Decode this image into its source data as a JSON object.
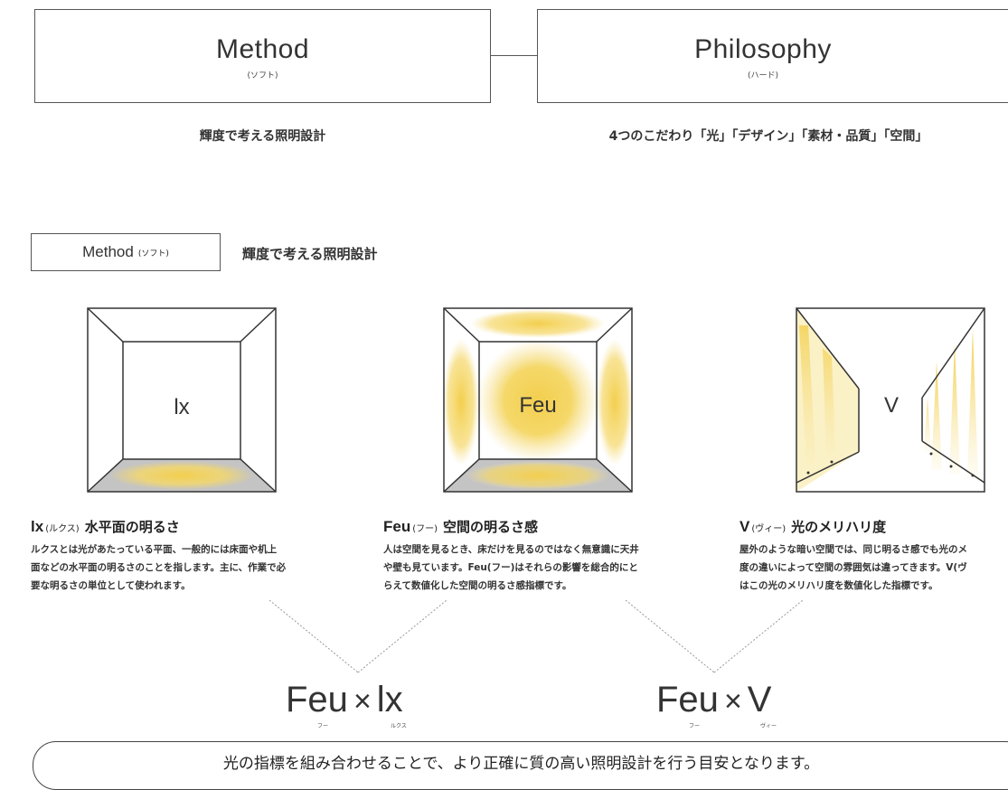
{
  "header": {
    "method_box": {
      "title": "Method",
      "sub": "(ソフト)",
      "caption": "輝度で考える照明設計"
    },
    "philosophy_box": {
      "title": "Philosophy",
      "sub": "(ハード)",
      "caption": "4つのこだわり「光」「デザイン」「素材・品質」「空間」"
    }
  },
  "section_tag": {
    "title": "Method",
    "sub": "(ソフト)",
    "caption": "輝度で考える照明設計"
  },
  "diagrams": [
    {
      "label": "lx",
      "heading_en": "lx",
      "heading_ruby": "(ルクス)",
      "heading_jp": "水平面の明るさ",
      "lines": [
        "ルクスとは光があたっている平面、一般的には床面や机上",
        "面などの水平面の明るさのことを指します。主に、作業で必",
        "要な明るさの単位として使われます。"
      ]
    },
    {
      "label": "Feu",
      "heading_en": "Feu",
      "heading_ruby": "(フー)",
      "heading_jp": "空間の明るさ感",
      "lines": [
        "人は空間を見るとき、床だけを見るのではなく無意識に天井",
        "や壁も見ています。Feu(フー)はそれらの影響を総合的にと",
        "らえて数値化した空間の明るさ感指標です。"
      ]
    },
    {
      "label": "V",
      "heading_en": "V",
      "heading_ruby": "(ヴィー)",
      "heading_jp": "光のメリハリ度",
      "lines": [
        "屋外のような暗い空間では、同じ明るさ感でも光のメ",
        "度の違いによって空間の雰囲気は違ってきます。V(ヴ",
        "はこの光のメリハリ度を数値化した指標です。"
      ]
    }
  ],
  "formulas": [
    {
      "left": "Feu",
      "op": "×",
      "right": "lx",
      "left_furi": "フー",
      "right_furi": "ルクス"
    },
    {
      "left": "Feu",
      "op": "×",
      "right": "V",
      "left_furi": "フー",
      "right_furi": "ヴィー"
    }
  ],
  "footer": {
    "text": "光の指標を組み合わせることで、より正確に質の高い照明設計を行う目安となります。"
  },
  "colors": {
    "glow": "#f3cf4e",
    "floor": "#c4c4c4",
    "line": "#333333"
  }
}
